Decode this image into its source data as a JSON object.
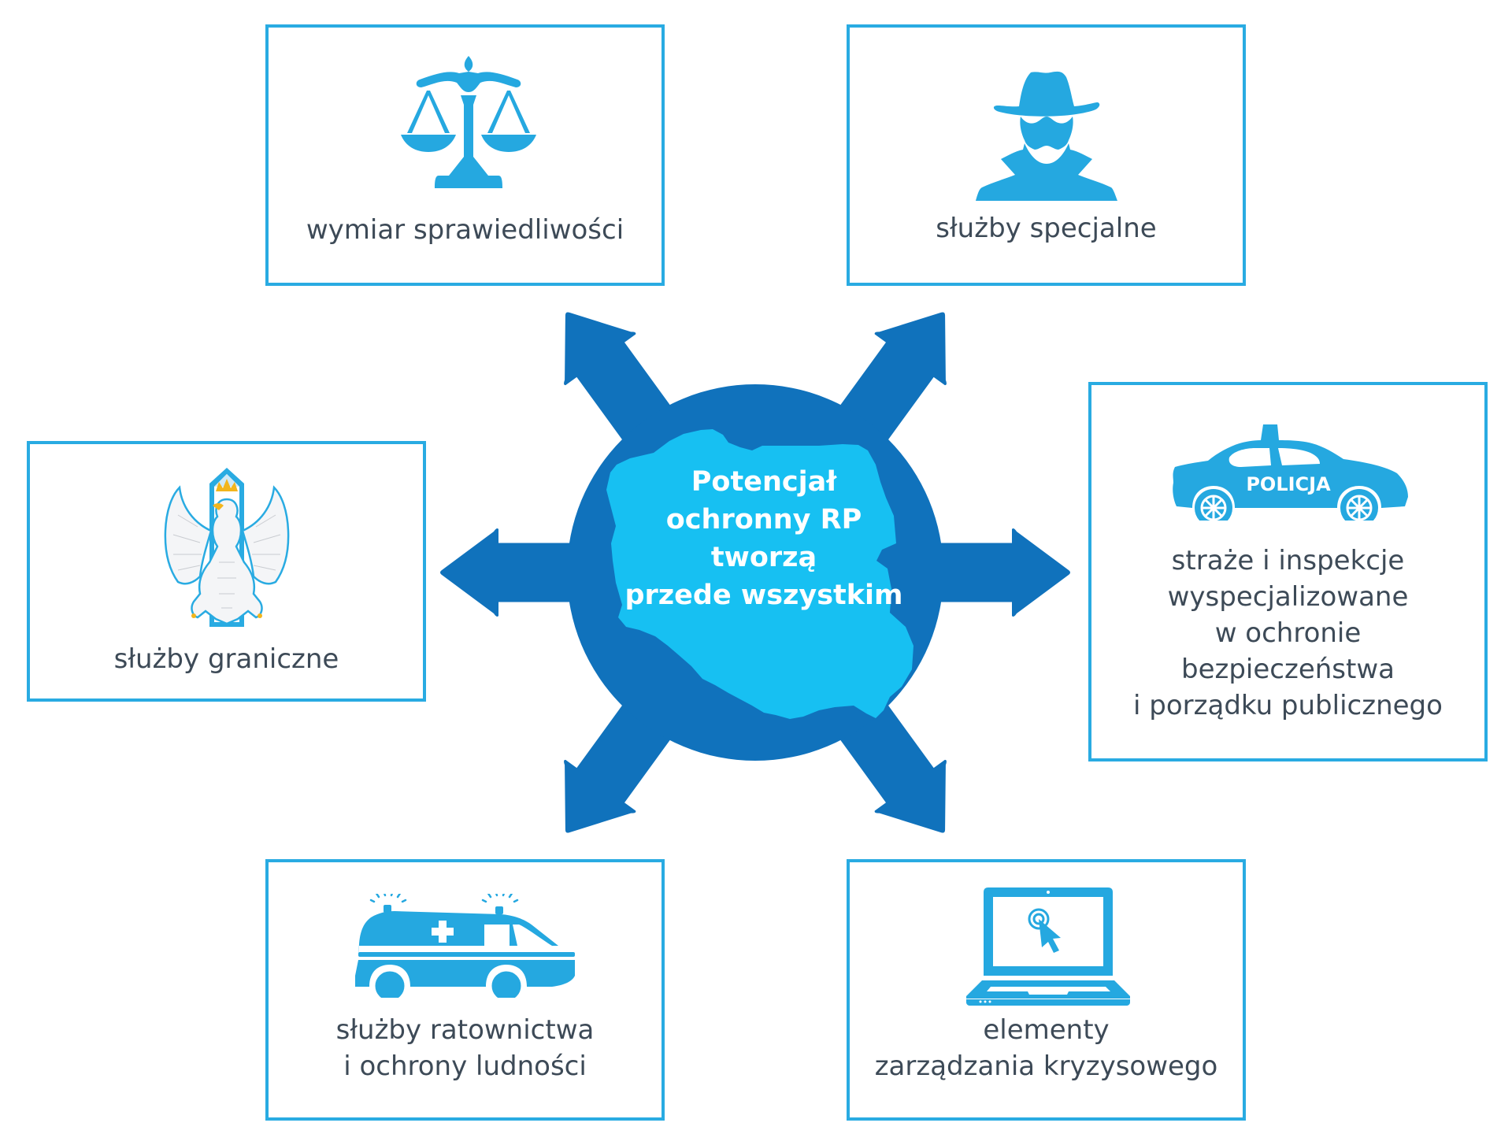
{
  "diagram": {
    "center": {
      "lines": [
        "Potencjał",
        "ochronny RP",
        "tworzą",
        "przede wszystkim"
      ],
      "map_icon": "poland-map"
    },
    "colors": {
      "arrow": "#1072bc",
      "map": "#17c0f2",
      "icon": "#25a8e0",
      "box_border": "#29abe2",
      "text": "#3d4a57"
    },
    "boxes": [
      {
        "id": "justice",
        "icon": "scales-of-justice-icon",
        "lines": [
          "wymiar sprawiedliwości"
        ]
      },
      {
        "id": "special",
        "icon": "spy-icon",
        "lines": [
          "służby specjalne"
        ]
      },
      {
        "id": "border",
        "icon": "polish-eagle-border-post-icon",
        "lines": [
          "służby graniczne"
        ]
      },
      {
        "id": "guards",
        "icon": "police-car-icon",
        "badge": "POLICJA",
        "lines": [
          "straże i inspekcje",
          "wyspecjalizowane",
          "w ochronie",
          "bezpieczeństwa",
          "i porządku publicznego"
        ]
      },
      {
        "id": "rescue",
        "icon": "ambulance-icon",
        "lines": [
          "służby ratownictwa",
          "i ochrony ludności"
        ]
      },
      {
        "id": "crisis",
        "icon": "laptop-click-icon",
        "lines": [
          "elementy",
          "zarządzania kryzysowego"
        ]
      }
    ]
  }
}
